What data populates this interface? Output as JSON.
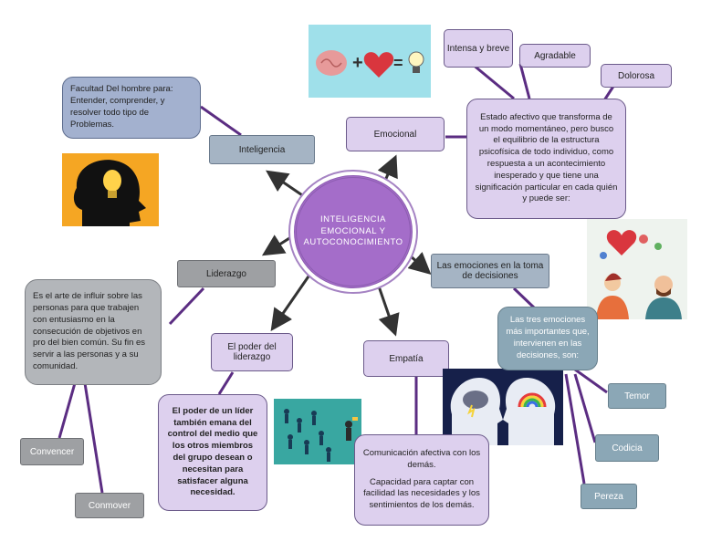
{
  "center": "INTELIGENCIA EMOCIONAL Y AUTOCONOCIMIENTO",
  "inteligencia": {
    "label": "Inteligencia",
    "def": "Facultad Del hombre para: Entender, comprender, y resolver todo tipo de Problemas."
  },
  "emocional": {
    "label": "Emocional",
    "def": "Estado afectivo que transforma de un modo momentáneo, pero busco el equilibrio de la estructura psicofísica de todo individuo, como respuesta a un acontecimiento inesperado y que tiene una significación particular en cada quién y puede ser:",
    "types": [
      "Intensa y breve",
      "Agradable",
      "Dolorosa"
    ]
  },
  "liderazgo": {
    "label": "Liderazgo",
    "def": "Es el arte de influir sobre las personas para que trabajen con entusiasmo en la consecución de objetivos en pro del bien común. Su fin es servir a las personas y a su comunidad.",
    "verbs": [
      "Convencer",
      "Conmover"
    ]
  },
  "poder": {
    "label": "El poder del liderazgo",
    "def": "El poder de un líder también emana del control del medio que los otros miembros del grupo desean o necesitan para satisfacer alguna necesidad."
  },
  "empatia": {
    "label": "Empatía",
    "def1": "Comunicación afectiva con los demás.",
    "def2": "Capacidad para captar con facilidad las necesidades y los sentimientos de los demás."
  },
  "decisiones": {
    "label": "Las emociones en la toma de decisiones",
    "def": "Las tres emociones más importantes que, intervienen en las decisiones, son:",
    "items": [
      "Temor",
      "Codicia",
      "Pereza"
    ]
  },
  "colors": {
    "center": "#a46dc9",
    "lavender": "#ddd0ee",
    "line": "#5b2d82",
    "arrow": "#333333"
  },
  "icons": [
    "brain-heart-idea-icon",
    "head-bulb-icon",
    "people-chat-icon",
    "crowd-leader-icon",
    "brains-weather-icon"
  ]
}
